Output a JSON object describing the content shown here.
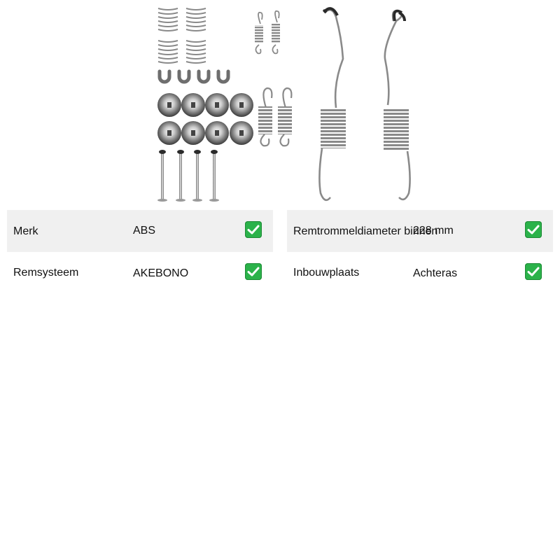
{
  "product": {
    "image_icon": "brake-shoe-accessory-kit-image"
  },
  "specs_left": [
    {
      "label": "Merk",
      "value": "ABS",
      "icon": "check-icon"
    },
    {
      "label": "Remsysteem",
      "value": "AKEBONO",
      "icon": "check-icon"
    }
  ],
  "specs_right": [
    {
      "label": "Remtrommeldiameter binnen",
      "value": "228 mm",
      "icon": "check-icon"
    },
    {
      "label": "Inbouwplaats",
      "value": "Achteras",
      "icon": "check-icon"
    }
  ],
  "colors": {
    "row_shade": "#f0f0f0",
    "check_green": "#2bb24a",
    "metal": "#8e8e8e",
    "dark_metal": "#2a2a2a"
  }
}
